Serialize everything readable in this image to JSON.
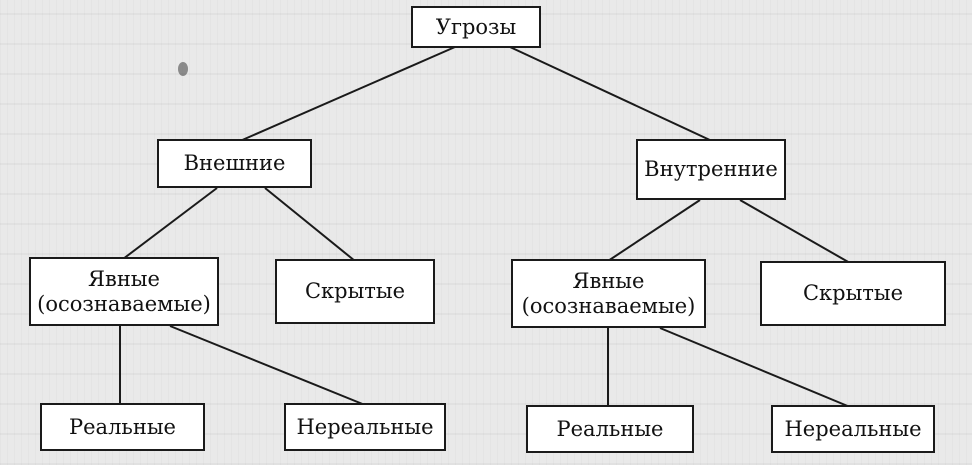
{
  "diagram": {
    "nodes": {
      "root": "Угрозы",
      "external": "Внешние",
      "internal": "Внутренние",
      "ext_explicit": "Явные\n(осознаваемые)",
      "ext_hidden": "Скрытые",
      "int_explicit": "Явные\n(осознаваемые)",
      "int_hidden": "Скрытые",
      "ext_real": "Реальные",
      "ext_unreal": "Нереальные",
      "int_real": "Реальные",
      "int_unreal": "Нереальные"
    },
    "edges": [
      [
        "root",
        "external"
      ],
      [
        "root",
        "internal"
      ],
      [
        "external",
        "ext_explicit"
      ],
      [
        "external",
        "ext_hidden"
      ],
      [
        "internal",
        "int_explicit"
      ],
      [
        "internal",
        "int_hidden"
      ],
      [
        "ext_explicit",
        "ext_real"
      ],
      [
        "ext_explicit",
        "ext_unreal"
      ],
      [
        "int_explicit",
        "int_real"
      ],
      [
        "int_explicit",
        "int_unreal"
      ]
    ]
  }
}
